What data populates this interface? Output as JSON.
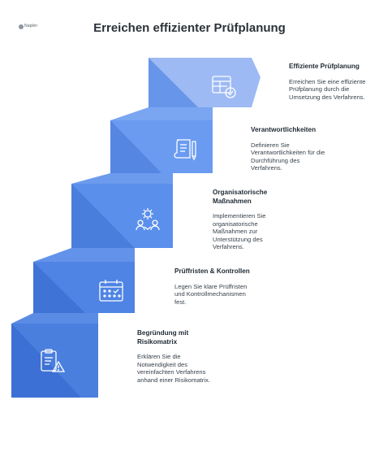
{
  "logo_text": "Napkin",
  "title": "Erreichen effizienter Prüfplanung",
  "colors": {
    "step1": "#9dbaf4",
    "step2": "#6a9bf0",
    "step3": "#5b8fec",
    "step4": "#4f84e4",
    "step5": "#4a7fde",
    "icon": "#ffffff"
  },
  "steps": [
    {
      "title": "Effiziente Prüfplanung",
      "description": "Erreichen Sie eine effiziente Prüfplanung durch die Umsetzung des Verfahrens.",
      "icon": "table-check-icon"
    },
    {
      "title": "Verantwortlichkeiten",
      "description": "Definieren Sie Verantwortlichkeiten für die Durchführung des Verfahrens.",
      "icon": "scroll-pen-icon"
    },
    {
      "title": "Organisatorische Maßnahmen",
      "description": "Implementieren Sie organisatorische Maßnahmen zur Unterstützung des Verfahrens.",
      "icon": "gear-people-icon"
    },
    {
      "title": "Prüffristen & Kontrollen",
      "description": "Legen Sie klare Prüffristen und Kontrollmechanismen fest.",
      "icon": "calendar-check-icon"
    },
    {
      "title": "Begründung mit Risikomatrix",
      "description": "Erklären Sie die Notwendigkeit des vereinfachten Verfahrens anhand einer Risikomatrix.",
      "icon": "clipboard-warning-icon"
    }
  ]
}
